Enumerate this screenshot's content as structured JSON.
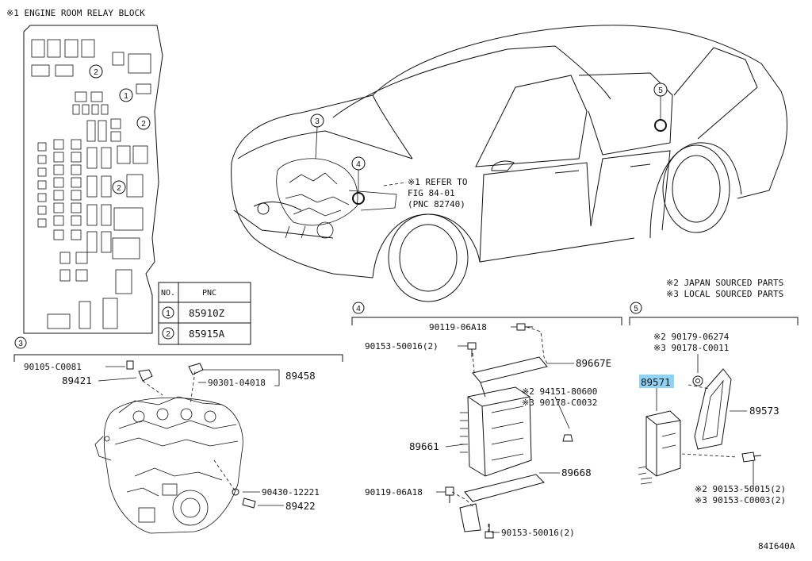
{
  "relay_block": {
    "title": "※1 ENGINE ROOM RELAY BLOCK",
    "table": {
      "headers": [
        "NO.",
        "PNC"
      ],
      "rows": [
        {
          "no": "1",
          "pnc": "85910Z"
        },
        {
          "no": "2",
          "pnc": "85915A"
        }
      ]
    },
    "callouts": [
      "2",
      "1",
      "2",
      "2"
    ]
  },
  "car": {
    "callouts": [
      "3",
      "4",
      "5"
    ],
    "refer_note": [
      "※1 REFER TO",
      "FIG 84-01",
      "(PNC 82740)"
    ]
  },
  "section3": {
    "callout": "3",
    "labels": {
      "p90105": "90105-C0081",
      "p89421": "89421",
      "p90301": "90301-04018",
      "p89458": "89458",
      "p90430": "90430-12221",
      "p89422": "89422"
    }
  },
  "section4": {
    "callout": "4",
    "labels": {
      "p90119a": "90119-06A18",
      "p90153a": "90153-50016(2)",
      "p89667e": "89667E",
      "p94151": "※2 94151-80600",
      "p90178": "※3 90178-C0032",
      "p89661": "89661",
      "p89668": "89668",
      "p90119b": "90119-06A18",
      "p90153b": "90153-50016(2)"
    }
  },
  "section5": {
    "callout": "5",
    "notes": [
      "※2 JAPAN SOURCED PARTS",
      "※3 LOCAL SOURCED PARTS"
    ],
    "labels": {
      "p90179": "※2 90179-06274",
      "p90178": "※3 90178-C0011",
      "p89571": "89571",
      "p89573": "89573",
      "p90153a": "※2 90153-50015(2)",
      "p90153b": "※3 90153-C0003(2)"
    }
  },
  "figure_code": "84I640A",
  "colors": {
    "highlight": "#8fd3f4",
    "ink": "#111111"
  }
}
